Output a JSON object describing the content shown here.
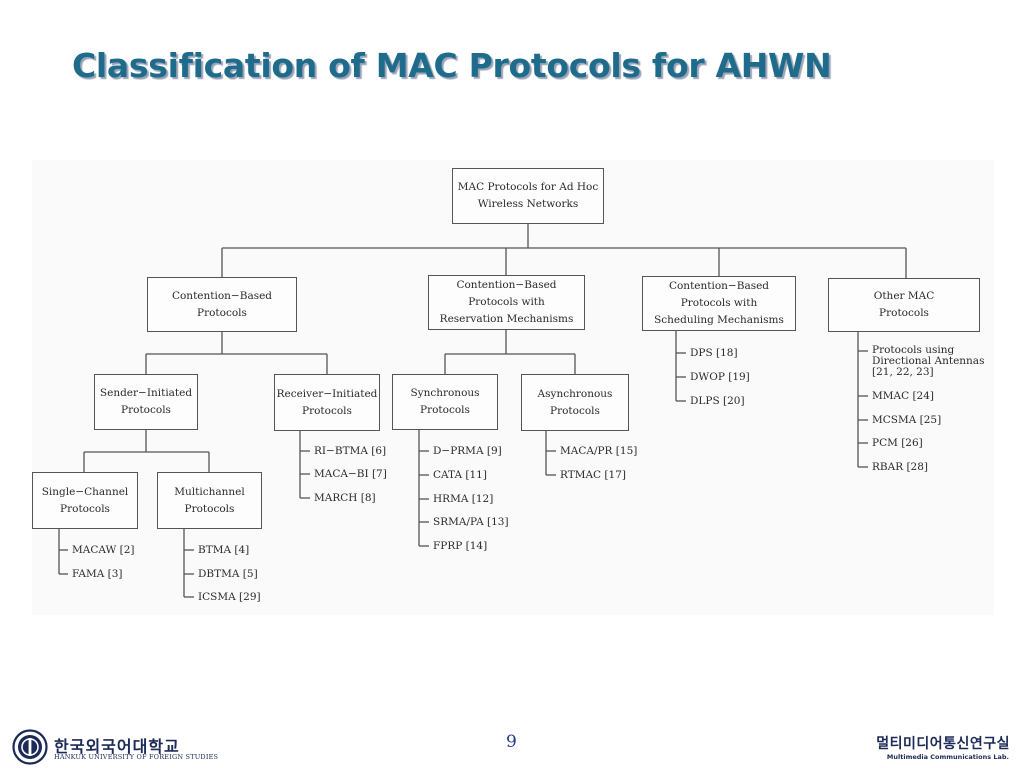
{
  "slide": {
    "title": "Classification of MAC Protocols for AHWN",
    "title_color": "#1f6b8c",
    "page_number": "9"
  },
  "diagram": {
    "root": "MAC Protocols for Ad Hoc\nWireless Networks",
    "contention_based": {
      "label": "Contention−Based\nProtocols",
      "sender_initiated": {
        "label": "Sender−Initiated\nProtocols",
        "single_channel": {
          "label": "Single−Channel\nProtocols",
          "items": [
            "MACAW [2]",
            "FAMA [3]"
          ]
        },
        "multichannel": {
          "label": "Multichannel\nProtocols",
          "items": [
            "BTMA [4]",
            "DBTMA [5]",
            "ICSMA [29]"
          ]
        }
      },
      "receiver_initiated": {
        "label": "Receiver−Initiated\nProtocols",
        "items": [
          "RI−BTMA [6]",
          "MACA−BI [7]",
          "MARCH [8]"
        ]
      }
    },
    "reservation": {
      "label": "Contention−Based\nProtocols with\nReservation Mechanisms",
      "synchronous": {
        "label": "Synchronous\nProtocols",
        "items": [
          "D−PRMA [9]",
          "CATA [11]",
          "HRMA [12]",
          "SRMA/PA [13]",
          "FPRP [14]"
        ]
      },
      "asynchronous": {
        "label": "Asynchronous\nProtocols",
        "items": [
          "MACA/PR [15]",
          "RTMAC [17]"
        ]
      }
    },
    "scheduling": {
      "label": "Contention−Based\nProtocols with\nScheduling Mechanisms",
      "items": [
        "DPS [18]",
        "DWOP [19]",
        "DLPS [20]"
      ]
    },
    "other": {
      "label": "Other MAC\nProtocols",
      "items": [
        "Protocols using\nDirectional Antennas\n[21, 22, 23]",
        "MMAC [24]",
        "MCSMA [25]",
        "PCM [26]",
        "RBAR [28]"
      ]
    }
  },
  "footer": {
    "university_ko": "한국외국어대학교",
    "university_en": "HANKUK UNIVERSITY OF FOREIGN STUDIES",
    "lab_ko": "멀티미디어통신연구실",
    "lab_en": "Multimedia Communications Lab.",
    "brand_color": "#1b2a56"
  }
}
